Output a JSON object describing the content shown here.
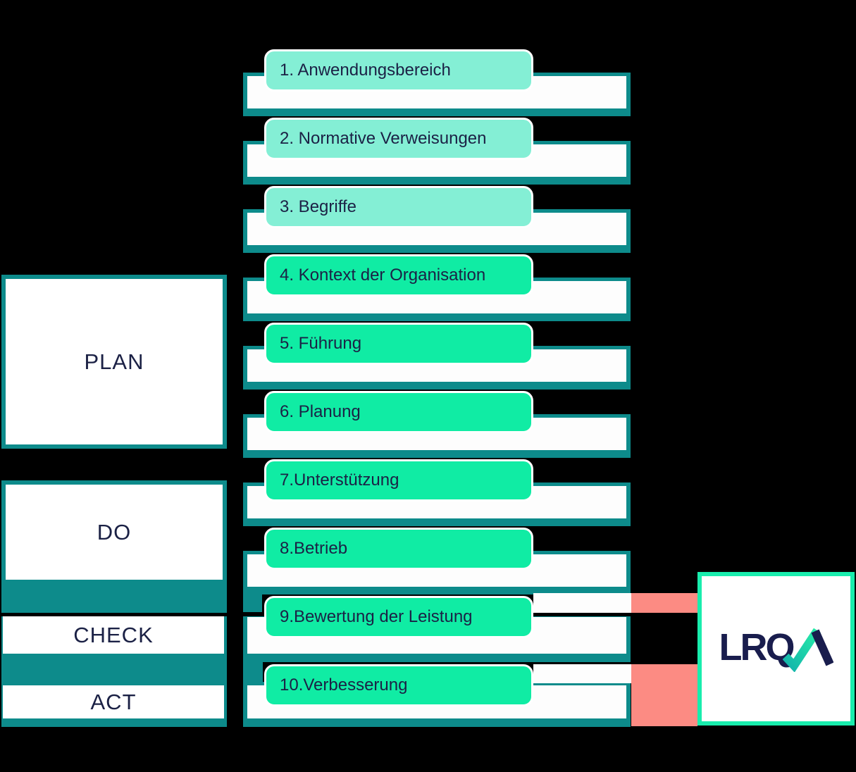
{
  "pdca": {
    "plan": "PLAN",
    "do": "DO",
    "check": "CHECK",
    "act": "ACT"
  },
  "chapters": [
    {
      "label": "1. Anwendungsbereich",
      "variant": "light"
    },
    {
      "label": "2. Normative Verweisungen",
      "variant": "light"
    },
    {
      "label": "3. Begriffe",
      "variant": "light"
    },
    {
      "label": "4. Kontext der Organisation",
      "variant": "bright"
    },
    {
      "label": "5. Führung",
      "variant": "bright"
    },
    {
      "label": "6. Planung",
      "variant": "bright"
    },
    {
      "label": "7.Unterstützung",
      "variant": "bright"
    },
    {
      "label": "8.Betrieb",
      "variant": "bright"
    },
    {
      "label": "9.Bewertung der Leistung",
      "variant": "bright"
    },
    {
      "label": "10.Verbesserung",
      "variant": "bright"
    }
  ],
  "logo": {
    "brand": "LRQA",
    "text_prefix": "LRQ"
  },
  "colors": {
    "background": "#000000",
    "teal": "#0d8b8b",
    "mint_light": "#84efd5",
    "green_bright": "#10eca4",
    "pink": "#fc8b83",
    "navy_text": "#1b2145",
    "logo_navy": "#191d4d",
    "logo_border_green": "#19edad",
    "white": "#fdfdfd"
  }
}
